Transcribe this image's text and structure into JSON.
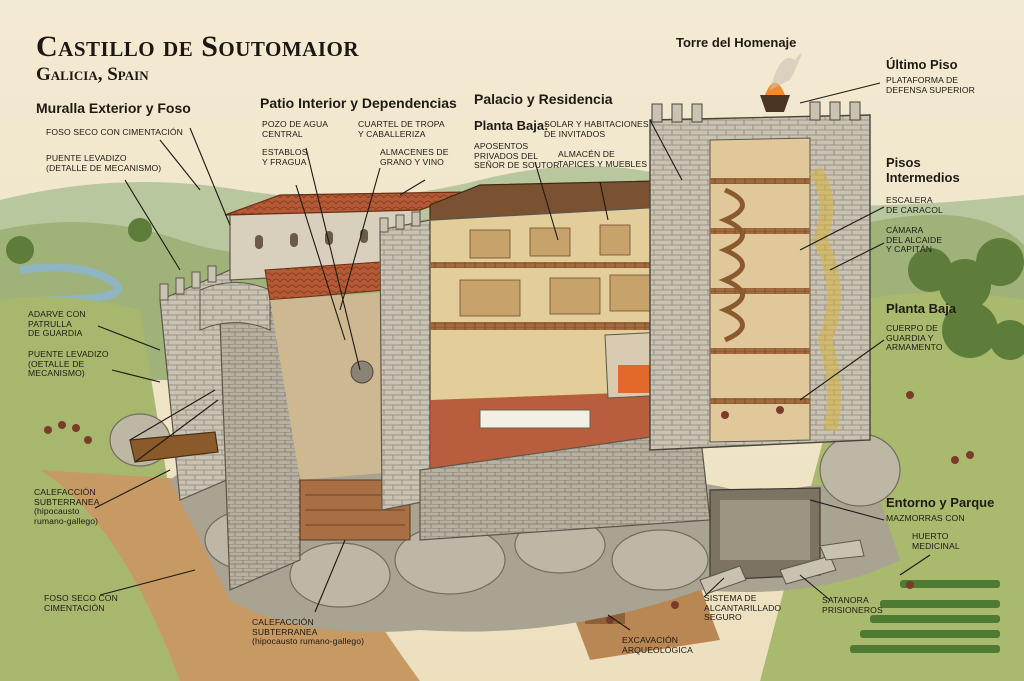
{
  "title": "Castillo de Soutomaior",
  "subtitle": "Galicia, Spain",
  "sections": {
    "muralla": "Muralla Exterior y Foso",
    "patio": "Patio Interior y Dependencias",
    "palacio": "Palacio y Residencia",
    "planta_baja_palacio": "Planta Baja:",
    "torre": "Torre del Homenaje",
    "ultimo_piso": "Último Piso",
    "pisos_intermedios": "Pisos\nIntermedios",
    "planta_baja_torre": "Planta Baja",
    "entorno": "Entorno y Parque"
  },
  "labels": {
    "foso_cimentacion_top": "FOSO SECO CON CIMENTACIÓN",
    "puente_levadizo_top": "PUENTE LEVADIZO\n(DETALLE DE MECANISMO)",
    "adarve": "ADARVE CON\nPATRULLA\nDE GUARDIA",
    "puente_levadizo_mid": "PUENTE LEVADIZO\n(OETALLE DE\nMECANISMO)",
    "calefaccion_left": "CALEFACCIÓN\nSUBTERRANEA\n(hipocausto\nrumano-gallego)",
    "foso_cimentacion_bottom": "FOSO SECO CON\nCIMENTACIÓN",
    "pozo": "POZO DE AGUA\nCENTRAL",
    "establos": "ESTABLOS\nY FRAGUA",
    "cuartel": "CUARTEL DE TROPA\nY CABALLERIZA",
    "almacenes": "ALMACENES DE\nGRANO Y VINO",
    "calefaccion_bottom": "CALEFACCIÓN\nSUBTERRANEA\n(hipocausto rumano-gallego)",
    "solar": "SOLAR Y HABITACIONES\nDE INVITADOS",
    "aposentos": "APOSENTOS\nPRIVADOS DEL\nSEÑOR DE SOUTOR",
    "almacen_tapices": "ALMACÉN DE\nTAPICES Y MUEBLES",
    "plataforma": "PLATAFORMA DE\nDEFENSA SUPERIOR",
    "escalera": "ESCALERA\nDE CARACOL",
    "camara": "CÁMARA\nDEL ALCAIDE\nY CAPITÁN",
    "cuerpo_guardia": "CUERPO DE\nGUARDIA Y\nARMAMENTO",
    "mazmorras": "MAZMORRAS CON",
    "huerto": "HUERTO\nMEDICINAL",
    "satanora": "SATANORA\nPRISIONEROS",
    "alcantarillado": "SISTEMA DE\nALCANTARILLADO\nSEGURO",
    "excavacion": "EXCAVACIÓN\nARQUEOLÓGICA"
  }
}
